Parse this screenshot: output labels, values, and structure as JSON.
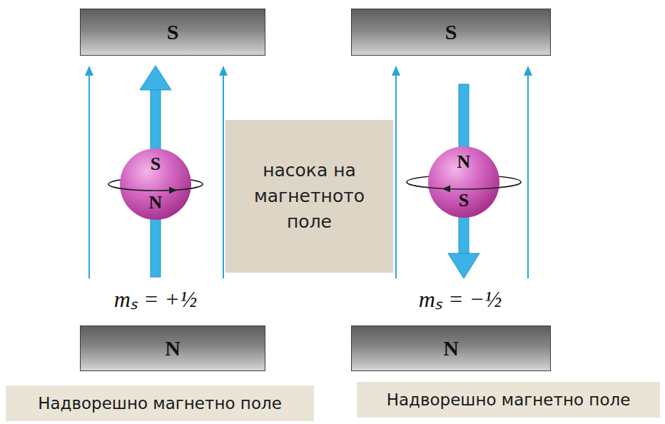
{
  "diagram": {
    "nodes": [
      {
        "text": [
          "S"
        ]
      },
      {
        "text": [
          "S"
        ]
      },
      {
        "text": [
          "S",
          "N"
        ]
      },
      {
        "text": [
          "насока на магнетното поле"
        ]
      },
      {
        "text": [
          "N",
          "S"
        ]
      },
      {
        "text": [
          "N"
        ]
      },
      {
        "text": [
          "N"
        ]
      },
      {
        "text": [
          "Надворешно магнетно поле"
        ]
      },
      {
        "text": [
          "Надворешно магнетно поле"
        ]
      }
    ],
    "labels": [
      "mₛ = +½",
      "mₛ = −½"
    ]
  }
}
